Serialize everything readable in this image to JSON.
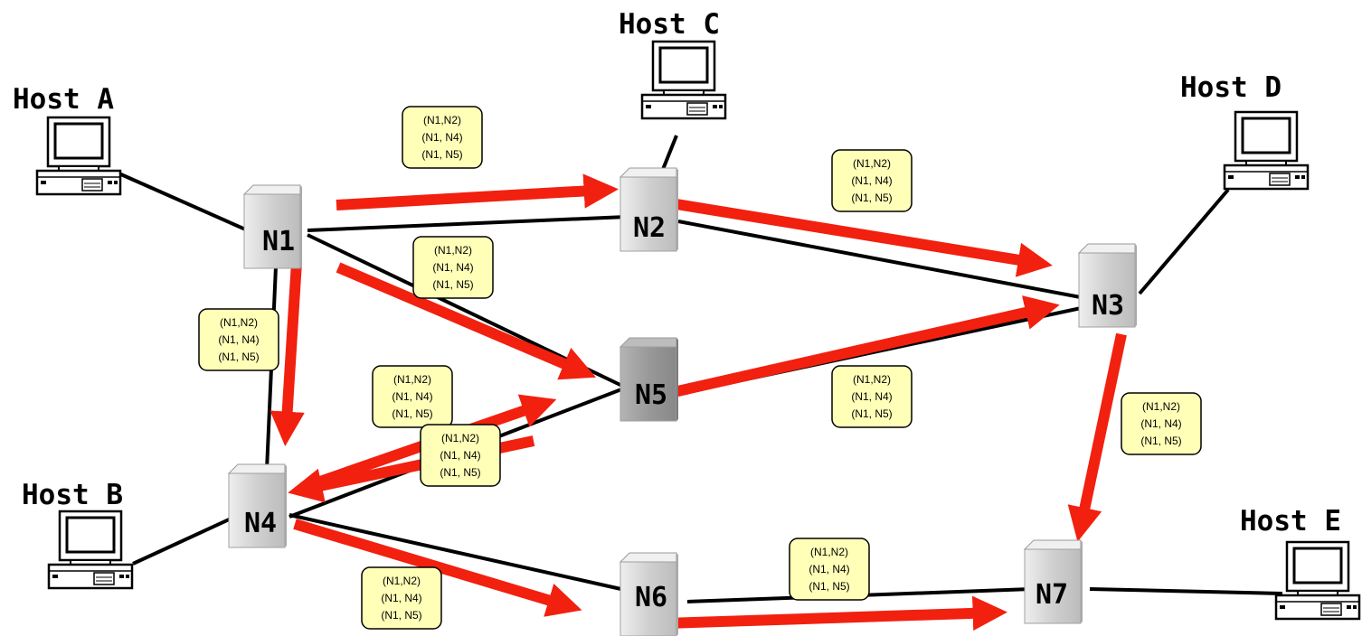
{
  "hosts": [
    {
      "id": "A",
      "label": "Host A"
    },
    {
      "id": "B",
      "label": "Host B"
    },
    {
      "id": "C",
      "label": "Host C"
    },
    {
      "id": "D",
      "label": "Host D"
    },
    {
      "id": "E",
      "label": "Host E"
    }
  ],
  "nodes": [
    {
      "id": "N1",
      "label": "N1"
    },
    {
      "id": "N2",
      "label": "N2"
    },
    {
      "id": "N3",
      "label": "N3"
    },
    {
      "id": "N4",
      "label": "N4"
    },
    {
      "id": "N5",
      "label": "N5"
    },
    {
      "id": "N6",
      "label": "N6"
    },
    {
      "id": "N7",
      "label": "N7"
    }
  ],
  "entries": [
    "(N1,N2)",
    "(N1, N4)",
    "(N1, N5)"
  ],
  "tables": [
    {
      "id": "t-n1-n2"
    },
    {
      "id": "t-n2-n3"
    },
    {
      "id": "t-n1-n5"
    },
    {
      "id": "t-n1-n4"
    },
    {
      "id": "t-n4-n5-upper"
    },
    {
      "id": "t-n4-n5-lower"
    },
    {
      "id": "t-n5-n3"
    },
    {
      "id": "t-n3-n7"
    },
    {
      "id": "t-n6-n7"
    },
    {
      "id": "t-n4-n6"
    }
  ],
  "colors": {
    "link": "#000000",
    "flow_arrow": "#f2200f",
    "table_fill": "#ffffb8",
    "router": "#d2d2d2",
    "router_highlight": "#9a9a9a"
  }
}
